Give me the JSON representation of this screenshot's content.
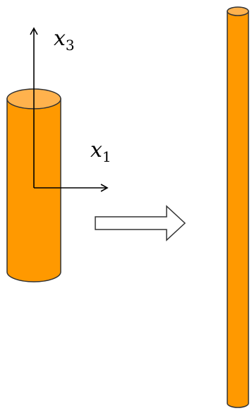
{
  "labels": {
    "axis_x3": "x",
    "axis_x3_subscript": "3",
    "axis_x1": "x",
    "axis_x1_subscript": "1"
  },
  "colors": {
    "cylinder_fill": "#ff9900",
    "cylinder_top_fill": "#ffb24d",
    "outline": "#333333",
    "axis": "#000000",
    "arrow_fill": "#ffffff"
  }
}
